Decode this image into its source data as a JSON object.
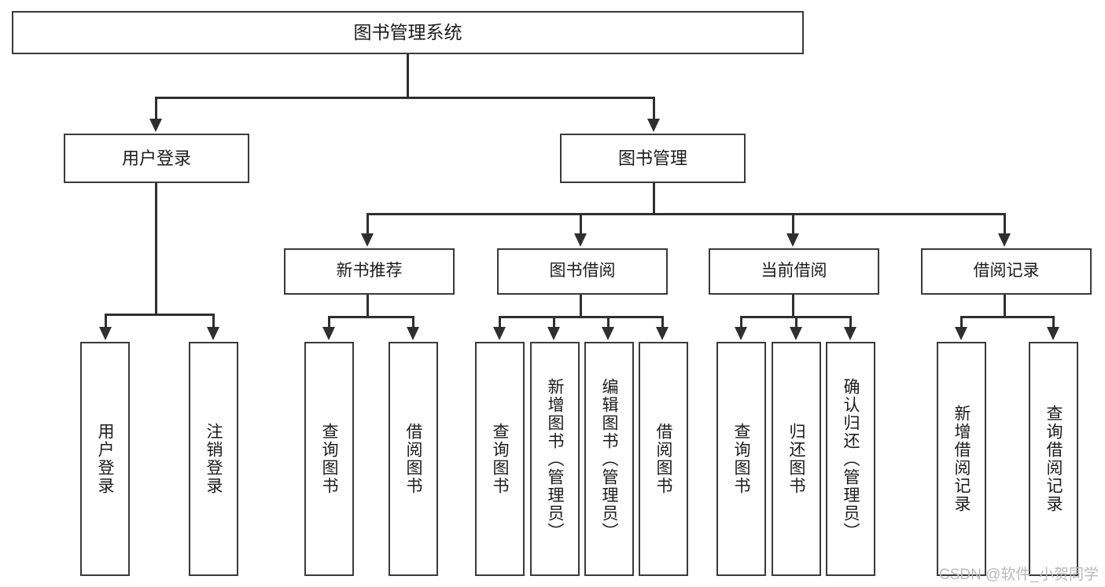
{
  "diagram": {
    "title": "图书管理系统",
    "type": "tree",
    "root": {
      "label": "图书管理系统"
    },
    "level2": [
      {
        "label": "用户登录"
      },
      {
        "label": "图书管理"
      }
    ],
    "level3": [
      {
        "label": "新书推荐"
      },
      {
        "label": "图书借阅"
      },
      {
        "label": "当前借阅"
      },
      {
        "label": "借阅记录"
      }
    ],
    "leaves": {
      "user_login": [
        {
          "label": "用户登录"
        },
        {
          "label": "注销登录"
        }
      ],
      "new_book_recommend": [
        {
          "label": "查询图书"
        },
        {
          "label": "借阅图书"
        }
      ],
      "book_borrow": [
        {
          "label": "查询图书"
        },
        {
          "label": "新增图书（管理员）"
        },
        {
          "label": "编辑图书（管理员）"
        },
        {
          "label": "借阅图书"
        }
      ],
      "current_borrow": [
        {
          "label": "查询图书"
        },
        {
          "label": "归还图书"
        },
        {
          "label": "确认归还（管理员）"
        }
      ],
      "borrow_record": [
        {
          "label": "新增借阅记录"
        },
        {
          "label": "查询借阅记录"
        }
      ]
    }
  },
  "watermark": {
    "text": "CSDN @软件_小贺同学"
  },
  "colors": {
    "stroke": "#3a3a3a",
    "connector": "#2f2f2f",
    "text": "#1b1b1b",
    "background": "#ffffff",
    "watermark": "#b9b9b9"
  }
}
